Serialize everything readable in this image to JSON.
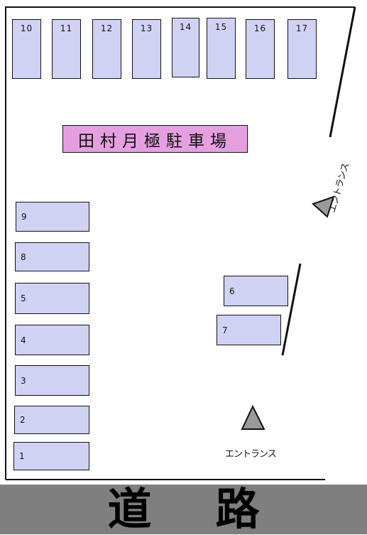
{
  "title": "田村月極駐車場",
  "spaces_top": [
    "10",
    "11",
    "12",
    "13",
    "14",
    "15",
    "16",
    "17"
  ],
  "spaces_left": [
    "9",
    "8",
    "5",
    "4",
    "3",
    "2",
    "1"
  ],
  "spaces_middle": [
    "6",
    "7"
  ],
  "entrances": {
    "right_label": "エントランス",
    "bottom_label": "エントランス"
  },
  "road_label": "道路",
  "colors": {
    "space_fill": "#d0d2f4",
    "title_fill": "#e59fe0",
    "road_fill": "#7f7f7f",
    "entrance_marker": "#9a9a9a"
  },
  "icons": [
    "triangle-marker-icon"
  ]
}
